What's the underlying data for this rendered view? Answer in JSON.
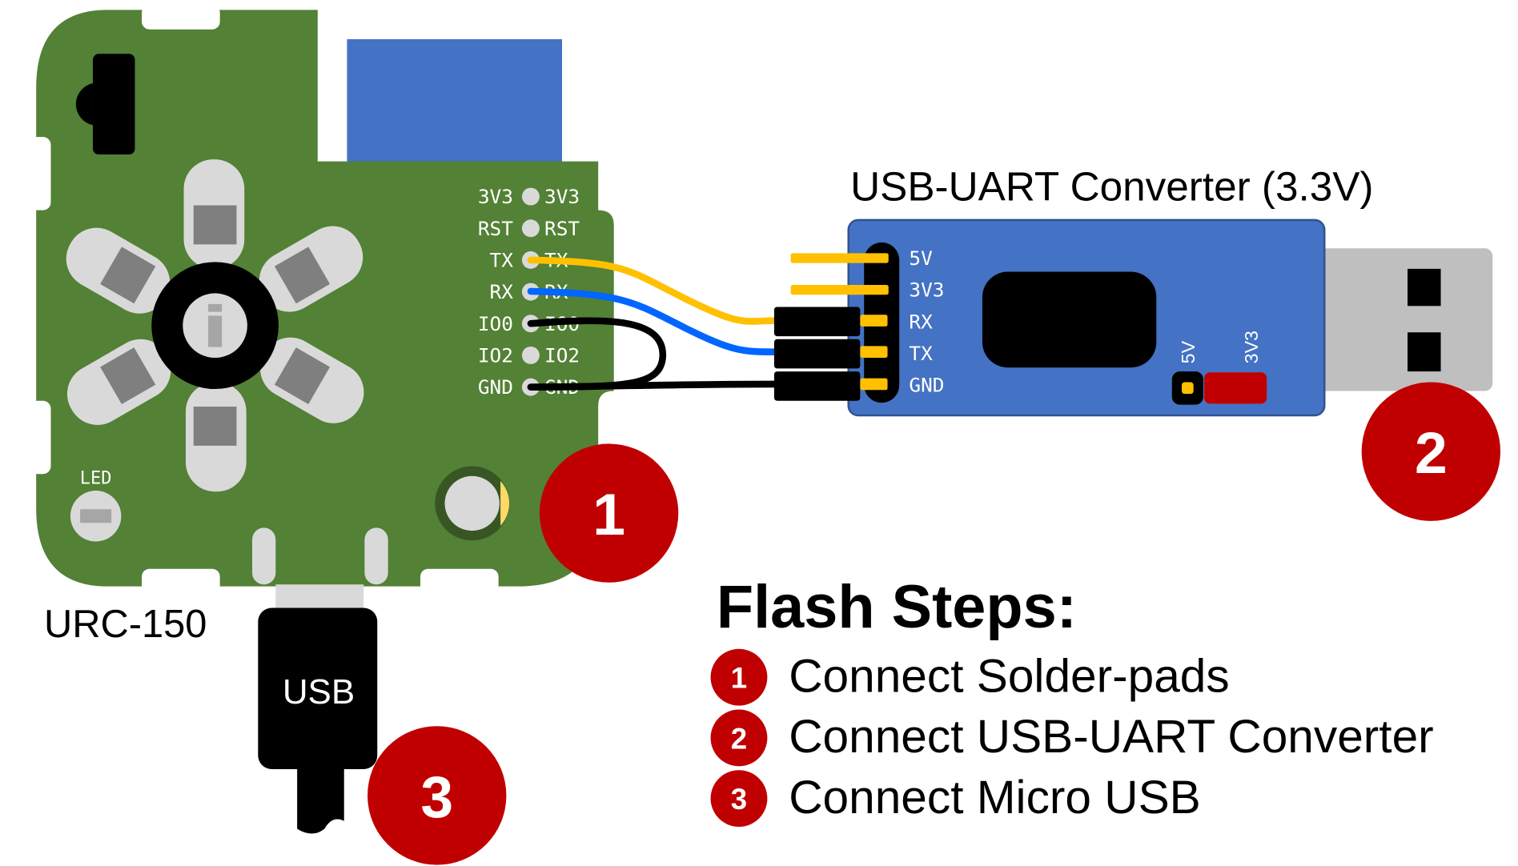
{
  "board": {
    "name": "URC-150",
    "led_label": "LED",
    "pads": [
      {
        "left": "3V3",
        "right": "3V3"
      },
      {
        "left": "RST",
        "right": "RST"
      },
      {
        "left": "TX",
        "right": "TX"
      },
      {
        "left": "RX",
        "right": "RX"
      },
      {
        "left": "IO0",
        "right": "IO0"
      },
      {
        "left": "IO2",
        "right": "IO2"
      },
      {
        "left": "GND",
        "right": "GND"
      }
    ]
  },
  "converter": {
    "title": "USB-UART Converter (3.3V)",
    "pins": [
      "5V",
      "3V3",
      "RX",
      "TX",
      "GND"
    ],
    "jumper_labels": [
      "5V",
      "3V3"
    ]
  },
  "usb_cable": {
    "label": "USB"
  },
  "markers": [
    "1",
    "2",
    "3"
  ],
  "steps": {
    "title": "Flash Steps:",
    "items": [
      {
        "number": "1",
        "text": "Connect Solder-pads"
      },
      {
        "number": "2",
        "text": "Connect USB-UART Converter"
      },
      {
        "number": "3",
        "text": "Connect Micro USB"
      }
    ]
  },
  "colors": {
    "board": "#538135",
    "converter": "#4472c4",
    "marker": "#c00000",
    "wire_tx": "#ffc000",
    "wire_rx": "#0066ff",
    "wire_gnd": "#000000",
    "usb_plug": "#bfbfbf"
  }
}
